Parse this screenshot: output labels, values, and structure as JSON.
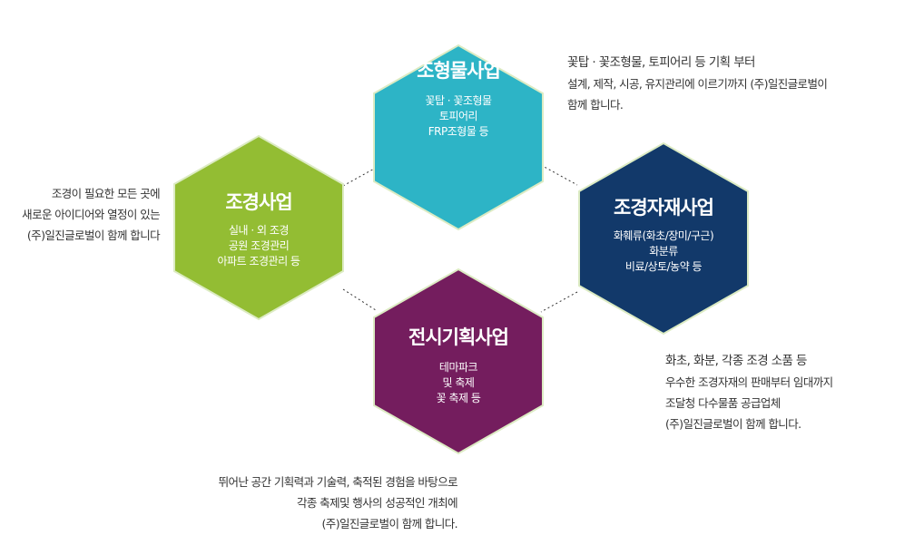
{
  "colors": {
    "topo": "#2db4c6",
    "landscape": "#93bd33",
    "materials": "#12396a",
    "exhibition": "#741d5e",
    "border": "#dcebc3",
    "connector": "#333333"
  },
  "hexagons": {
    "sculpture": {
      "title": "조형물사업",
      "lines": [
        "꽃탑 · 꽃조형물",
        "토피어리",
        "FRP조형물 등"
      ]
    },
    "landscape": {
      "title": "조경사업",
      "lines": [
        "실내 · 외 조경",
        "공원 조경관리",
        "아파트 조경관리 등"
      ]
    },
    "materials": {
      "title": "조경자재사업",
      "lines": [
        "화훼류(화초/장미/구근)",
        "화분류",
        "비료/상토/농약 등"
      ]
    },
    "exhibition": {
      "title": "전시기획사업",
      "lines": [
        "테마파크",
        "및 축제",
        "꽃 축제 등"
      ]
    }
  },
  "descriptions": {
    "sculpture": [
      "꽃탑 · 꽃조형물, 토피어리 등 기획 부터",
      "설계, 제작, 시공, 유지관리에 이르기까지 (주)일진글로벌이",
      "함께 합니다."
    ],
    "landscape": [
      "조경이 필요한 모든 곳에",
      "새로운 아이디어와 열정이 있는",
      "(주)일진글로벌이 함께 합니다"
    ],
    "materials": [
      "화초, 화분, 각종 조경 소품 등",
      "우수한 조경자재의 판매부터 임대까지",
      "조달청 다수물품 공급업체",
      "(주)일진글로벌이 함께 합니다."
    ],
    "exhibition": [
      "뛰어난 공간 기획력과 기술력, 축적된 경험을 바탕으로",
      "각종 축제및 행사의 성공적인 개최에",
      "(주)일진글로벌이 함께 합니다."
    ]
  }
}
